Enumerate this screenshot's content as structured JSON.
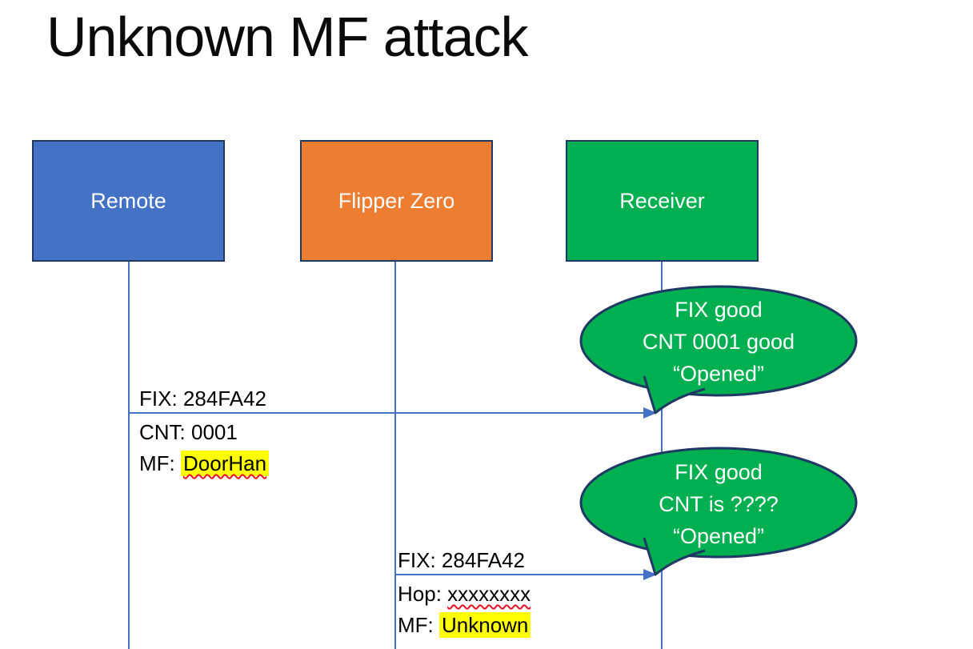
{
  "title": "Unknown MF attack",
  "actors": [
    {
      "label": "Remote",
      "fill": "#4472C4"
    },
    {
      "label": "Flipper Zero",
      "fill": "#ED7D31"
    },
    {
      "label": "Receiver",
      "fill": "#00B050"
    }
  ],
  "messages": [
    {
      "from": "Remote",
      "to": "Receiver",
      "label_above": "FIX: 284FA42",
      "lines_below": [
        {
          "prefix": "CNT: ",
          "value": "0001",
          "highlight": false,
          "squiggle": false
        },
        {
          "prefix": "MF: ",
          "value": "DoorHan",
          "highlight": true,
          "squiggle": true
        }
      ]
    },
    {
      "from": "Flipper Zero",
      "to": "Receiver",
      "label_above": "FIX: 284FA42",
      "lines_below": [
        {
          "prefix": "Hop: ",
          "value": "xxxxxxxx",
          "highlight": false,
          "squiggle": true
        },
        {
          "prefix": "MF: ",
          "value": "Unknown",
          "highlight": true,
          "squiggle": false
        }
      ]
    }
  ],
  "bubbles": [
    {
      "speaker": "Receiver",
      "lines": [
        "FIX good",
        "CNT 0001 good",
        "“Opened”"
      ]
    },
    {
      "speaker": "Receiver",
      "lines": [
        "FIX good",
        "CNT is ????",
        "“Opened”"
      ]
    }
  ],
  "colors": {
    "actor_border": "#1F3864",
    "remote_fill": "#4472C4",
    "flipper_fill": "#ED7D31",
    "receiver_fill": "#00B050",
    "bubble_fill": "#00B050",
    "bubble_border": "#1F3864",
    "connector_blue": "#4472C4",
    "highlight_yellow": "#FFFF00",
    "squiggle_red": "#E81123"
  }
}
